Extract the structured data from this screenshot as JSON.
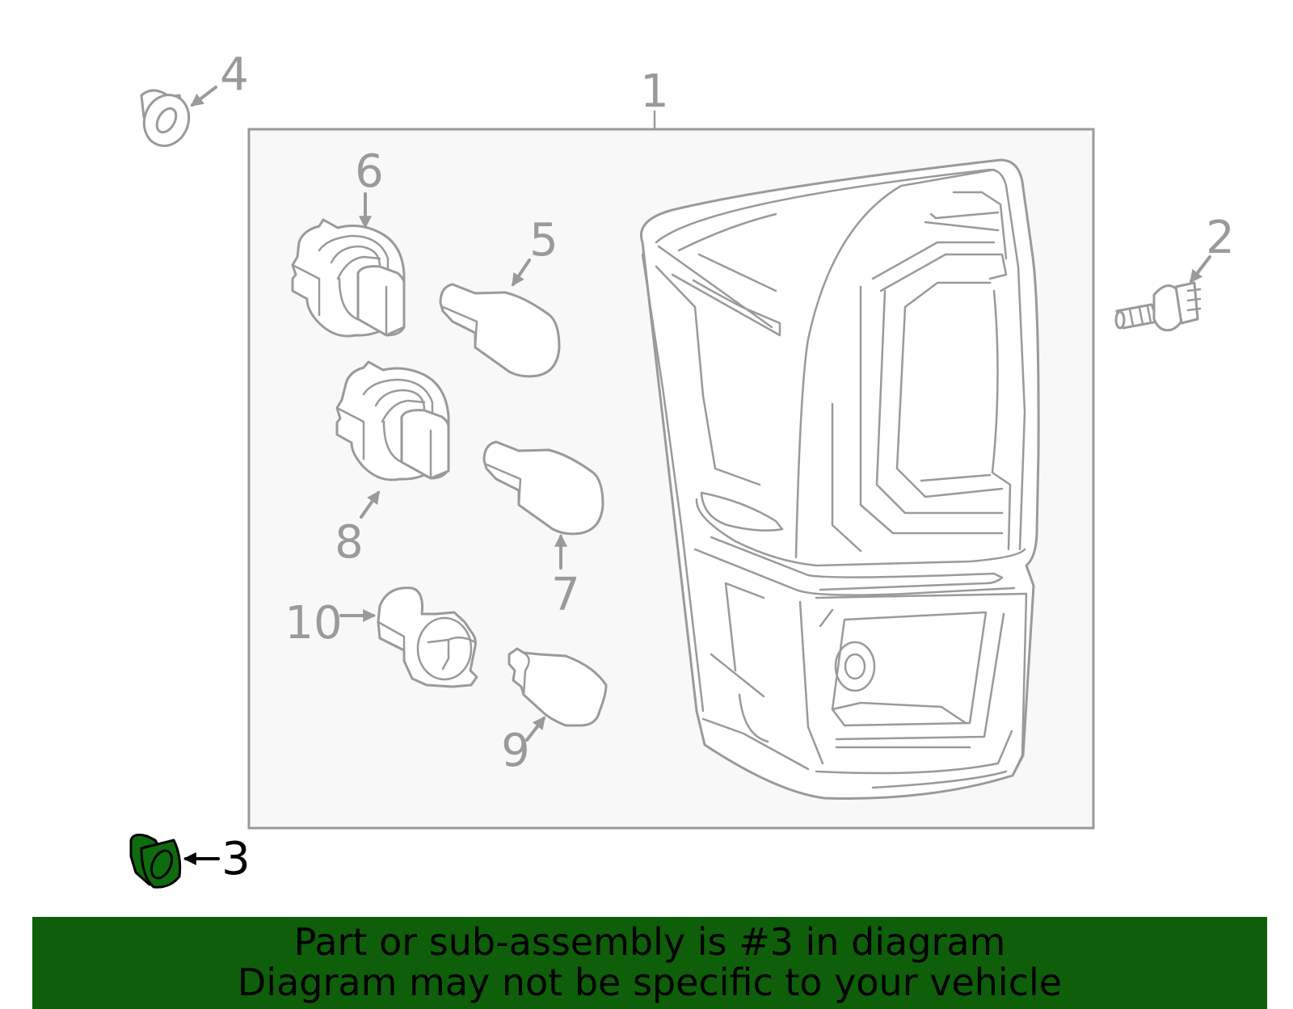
{
  "colors": {
    "line": "#9a9a9a",
    "highlight": "#0e6b0e",
    "banner": "#0e5e0a",
    "panel": "#f8f8f8"
  },
  "callouts": {
    "c1": "1",
    "c2": "2",
    "c3": "3",
    "c4": "4",
    "c5": "5",
    "c6": "6",
    "c7": "7",
    "c8": "8",
    "c9": "9",
    "c10": "10"
  },
  "highlighted_part": "3",
  "banner": {
    "line1": "Part or sub-assembly is #3 in diagram",
    "line2": "Diagram may not be specific to your vehicle"
  }
}
